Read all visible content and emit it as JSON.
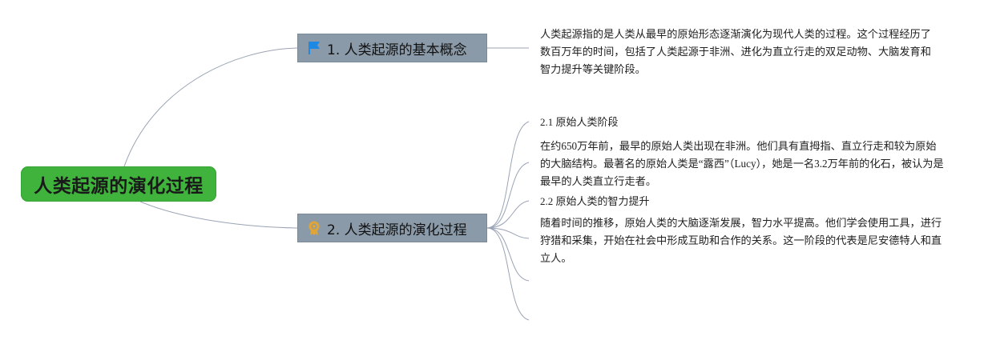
{
  "root": {
    "label": "人类起源的演化过程"
  },
  "topics": [
    {
      "label": "1. 人类起源的基本概念",
      "icon": "blue-flag-icon",
      "text": "人类起源指的是人类从最早的原始形态逐渐演化为现代人类的过程。这个过程经历了数百万年的时间，包括了人类起源于非洲、进化为直立行走的双足动物、大脑发育和智力提升等关键阶段。"
    },
    {
      "label": "2. 人类起源的演化过程",
      "icon": "medal-icon",
      "subtopics": [
        {
          "title": "2.1 原始人类阶段",
          "text": "在约650万年前，最早的原始人类出现在非洲。他们具有直拇指、直立行走和较为原始的大脑结构。最著名的原始人类是“露西”（Lucy），她是一名3.2万年前的化石，被认为是最早的人类直立行走者。"
        },
        {
          "title": "2.2 原始人类的智力提升",
          "text": "随着时间的推移，原始人类的大脑逐渐发展，智力水平提高。他们学会使用工具，进行狩猎和采集，开始在社会中形成互助和合作的关系。这一阶段的代表是尼安德特人和直立人。"
        }
      ]
    }
  ],
  "colors": {
    "root_fill": "#3fb33c",
    "topic_fill": "#8b9aa8",
    "connector": "#9aa3b5",
    "flag": "#1e88e5",
    "medal": "#e0a534"
  }
}
